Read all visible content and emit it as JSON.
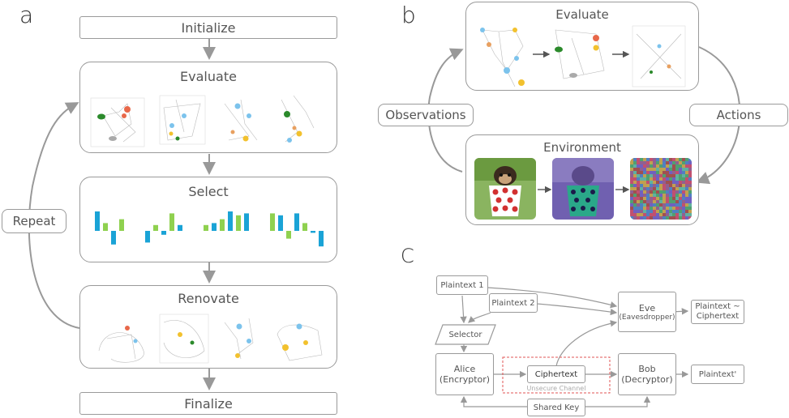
{
  "panel_a": {
    "letter": "a",
    "steps": {
      "initialize": "Initialize",
      "evaluate": "Evaluate",
      "select": "Select",
      "renovate": "Renovate",
      "finalize": "Finalize"
    },
    "loop_label": "Repeat"
  },
  "panel_b": {
    "letter": "b",
    "evaluate": "Evaluate",
    "environment": "Environment",
    "observations": "Observations",
    "actions": "Actions"
  },
  "panel_c": {
    "letter": "C",
    "plaintext1": "Plaintext 1",
    "plaintext2": "Plaintext 2",
    "selector": "Selector",
    "alice_name": "Alice",
    "alice_role": "(Encryptor)",
    "ciphertext": "Ciphertext",
    "channel": "Unsecure Channel",
    "bob_name": "Bob",
    "bob_role": "(Decryptor)",
    "eve_name": "Eve",
    "eve_role": "(Eavesdropper)",
    "eve_out_line1": "Plaintext ~",
    "eve_out_line2": "Ciphertext",
    "bob_out": "Plaintext'",
    "shared_key": "Shared Key"
  },
  "colors": {
    "bar_blue": "#1aa3d6",
    "bar_green": "#8fd14f",
    "node_red": "#e8684a",
    "node_green": "#2b8a2b",
    "node_yellow": "#f2c12e",
    "node_blue": "#7cc3ec",
    "dashed_red": "#e05555"
  },
  "select_bars": [
    {
      "color": "blue",
      "value": 1.0
    },
    {
      "color": "green",
      "value": 0.4
    },
    {
      "color": "blue",
      "value": -0.7
    },
    {
      "color": "green",
      "value": 0.6
    },
    {
      "color": "blue",
      "value": -0.6
    },
    {
      "color": "green",
      "value": 0.3
    },
    {
      "color": "blue",
      "value": -0.2
    },
    {
      "color": "green",
      "value": 0.9
    },
    {
      "color": "blue",
      "value": 0.3
    },
    {
      "color": "green",
      "value": 0.3
    },
    {
      "color": "blue",
      "value": 0.4
    },
    {
      "color": "green",
      "value": 0.6
    },
    {
      "color": "blue",
      "value": 1.0
    },
    {
      "color": "green",
      "value": 0.8
    },
    {
      "color": "blue",
      "value": 0.9
    },
    {
      "color": "green",
      "value": 0.9
    },
    {
      "color": "blue",
      "value": 0.8
    },
    {
      "color": "green",
      "value": -0.4
    },
    {
      "color": "blue",
      "value": 0.9
    },
    {
      "color": "green",
      "value": 0.4
    },
    {
      "color": "blue",
      "value": -0.1
    },
    {
      "color": "blue",
      "value": -0.8
    }
  ]
}
